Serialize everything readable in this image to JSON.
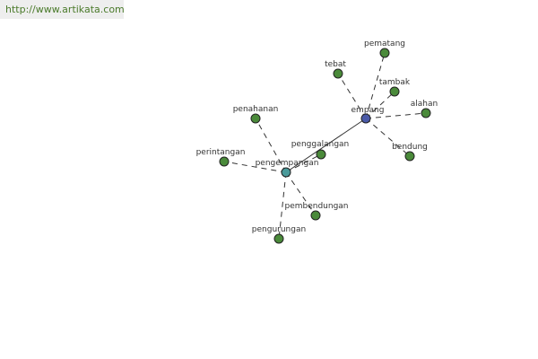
{
  "watermark": {
    "text": "http://www.artikata.com"
  },
  "colors": {
    "hub_main": "#4a5aa8",
    "hub_secondary": "#4a9a9a",
    "leaf": "#4a8a3a",
    "edge": "#333333"
  },
  "graph": {
    "nodes": [
      {
        "id": "empang",
        "label": "empang",
        "role": "hub-main"
      },
      {
        "id": "pengempangan",
        "label": "pengempangan",
        "role": "hub-secondary"
      },
      {
        "id": "pematang",
        "label": "pematang",
        "role": "leaf"
      },
      {
        "id": "tebat",
        "label": "tebat",
        "role": "leaf"
      },
      {
        "id": "tambak",
        "label": "tambak",
        "role": "leaf"
      },
      {
        "id": "alahan",
        "label": "alahan",
        "role": "leaf"
      },
      {
        "id": "bendung",
        "label": "bendung",
        "role": "leaf"
      },
      {
        "id": "penahanan",
        "label": "penahanan",
        "role": "leaf"
      },
      {
        "id": "perintangan",
        "label": "perintangan",
        "role": "leaf"
      },
      {
        "id": "penggalangan",
        "label": "penggalangan",
        "role": "leaf"
      },
      {
        "id": "pembendungan",
        "label": "pembendungan",
        "role": "leaf"
      },
      {
        "id": "pengurungan",
        "label": "pengurungan",
        "role": "leaf"
      }
    ],
    "edges": [
      {
        "from": "pengempangan",
        "to": "empang",
        "style": "solid"
      },
      {
        "from": "empang",
        "to": "pematang",
        "style": "dashed"
      },
      {
        "from": "empang",
        "to": "tebat",
        "style": "dashed"
      },
      {
        "from": "empang",
        "to": "tambak",
        "style": "dashed"
      },
      {
        "from": "empang",
        "to": "alahan",
        "style": "dashed"
      },
      {
        "from": "empang",
        "to": "bendung",
        "style": "dashed"
      },
      {
        "from": "pengempangan",
        "to": "penahanan",
        "style": "dashed"
      },
      {
        "from": "pengempangan",
        "to": "perintangan",
        "style": "dashed"
      },
      {
        "from": "pengempangan",
        "to": "penggalangan",
        "style": "dashed"
      },
      {
        "from": "pengempangan",
        "to": "pembendungan",
        "style": "dashed"
      },
      {
        "from": "pengempangan",
        "to": "pengurungan",
        "style": "dashed"
      }
    ]
  }
}
